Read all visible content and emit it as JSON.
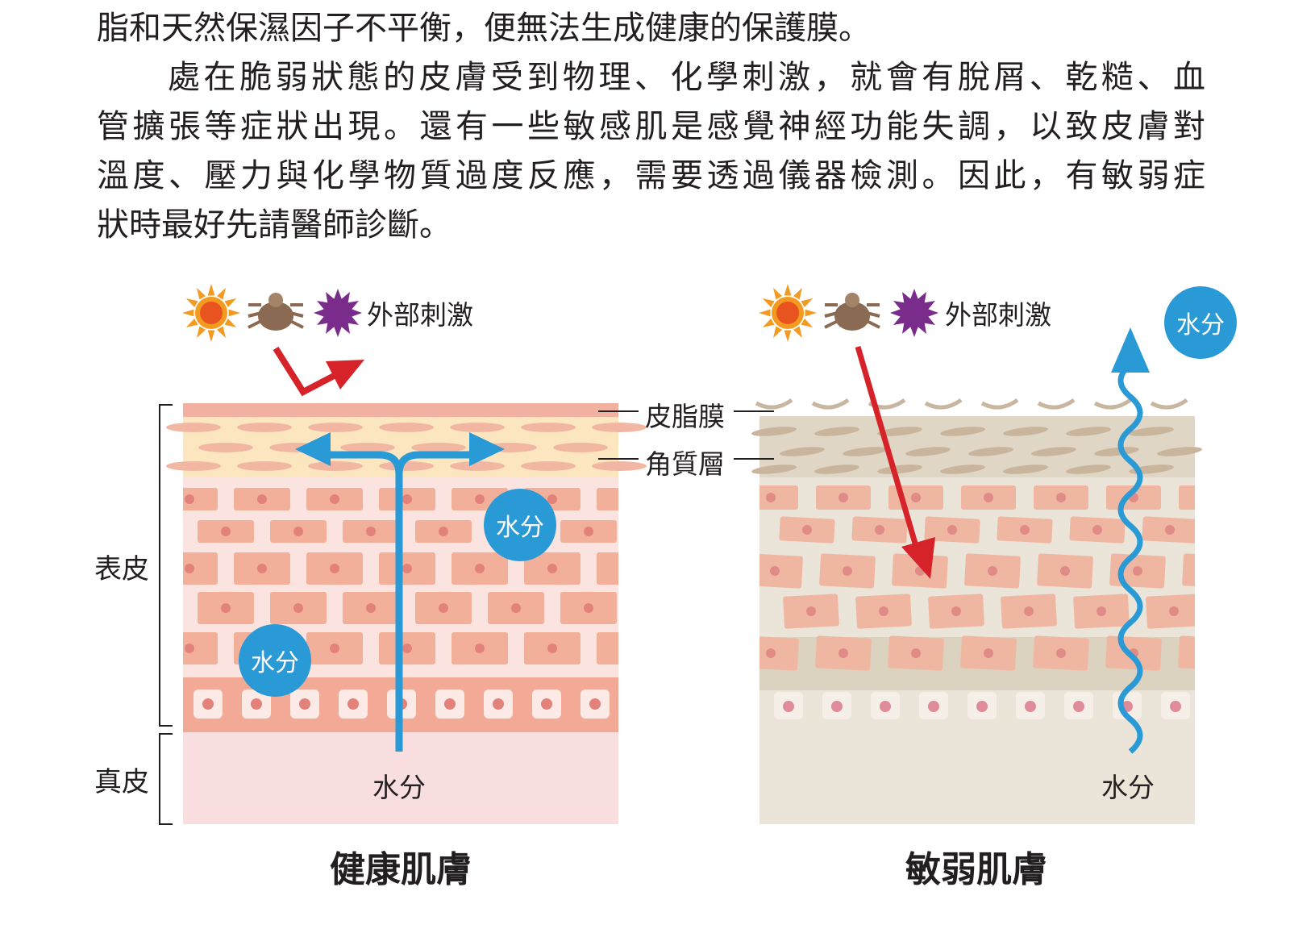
{
  "paragraph": {
    "lines": [
      "脂和天然保濕因子不平衡，便無法生成健康的保護膜。",
      "處在脆弱狀態的皮膚受到物理、化學刺激，就會有脫屑、乾糙、血",
      "管擴張等症狀出現。還有一些敏感肌是感覺神經功能失調，以致皮膚對",
      "溫度、壓力與化學物質過度反應，需要透過儀器檢測。因此，有敏弱症",
      "狀時最好先請醫師診斷。"
    ]
  },
  "diagram": {
    "external_stimulus_label": "外部刺激",
    "water_label": "水分",
    "center_labels": {
      "sebum_film": "皮脂膜",
      "stratum_corneum": "角質層"
    },
    "side_labels": {
      "epidermis": "表皮",
      "dermis": "真皮"
    },
    "healthy_skin": {
      "caption": "健康肌膚"
    },
    "sensitive_skin": {
      "caption": "敏弱肌膚"
    },
    "icons": [
      "sun-icon",
      "mite-icon",
      "purple-burst-icon"
    ],
    "colors": {
      "arrow_red": "#d6232a",
      "water_blue": "#2a9ad6",
      "sun_orange": "#f39a20",
      "mite_brown": "#8a6a52",
      "burst_purple": "#7a2c8c",
      "healthy_cell": "#f2b09a",
      "sensitive_bg": "#e9e2d6"
    }
  }
}
